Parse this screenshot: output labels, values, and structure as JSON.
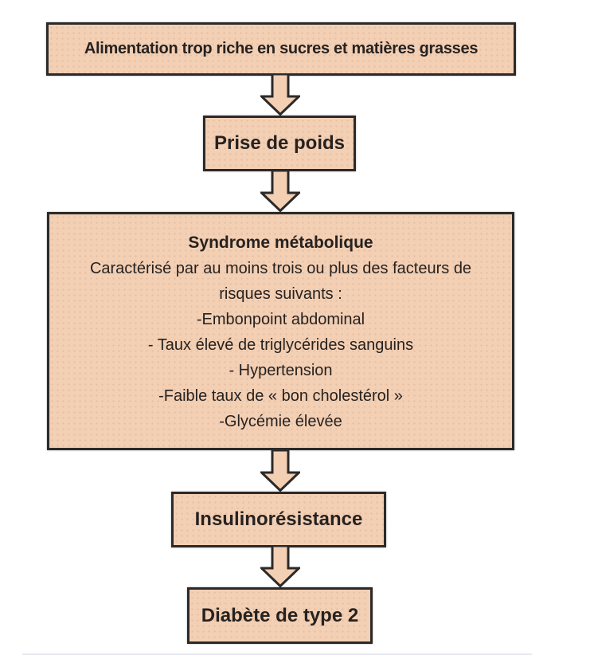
{
  "flowchart": {
    "nodes": [
      {
        "id": "diet",
        "label": "Alimentation trop riche en sucres et matières grasses"
      },
      {
        "id": "weight",
        "label": "Prise de poids"
      },
      {
        "id": "syndrome",
        "title": "Syndrome métabolique",
        "lines": [
          "Caractérisé par au moins trois ou plus des facteurs de",
          "risques suivants :",
          "-Embonpoint abdominal",
          "- Taux élevé de triglycérides sanguins",
          "- Hypertension",
          "-Faible taux de « bon cholestérol »",
          "-Glycémie élevée"
        ]
      },
      {
        "id": "insulin",
        "label": "Insulinorésistance"
      },
      {
        "id": "diabetes",
        "label": "Diabète de type 2"
      }
    ],
    "colors": {
      "box_fill": "#f3cfb4",
      "box_border": "#2c2a29",
      "text": "#262220",
      "arrow_fill": "#f3cfb4",
      "arrow_outline": "#2c2a29",
      "divider": "#e9e9f0"
    }
  }
}
